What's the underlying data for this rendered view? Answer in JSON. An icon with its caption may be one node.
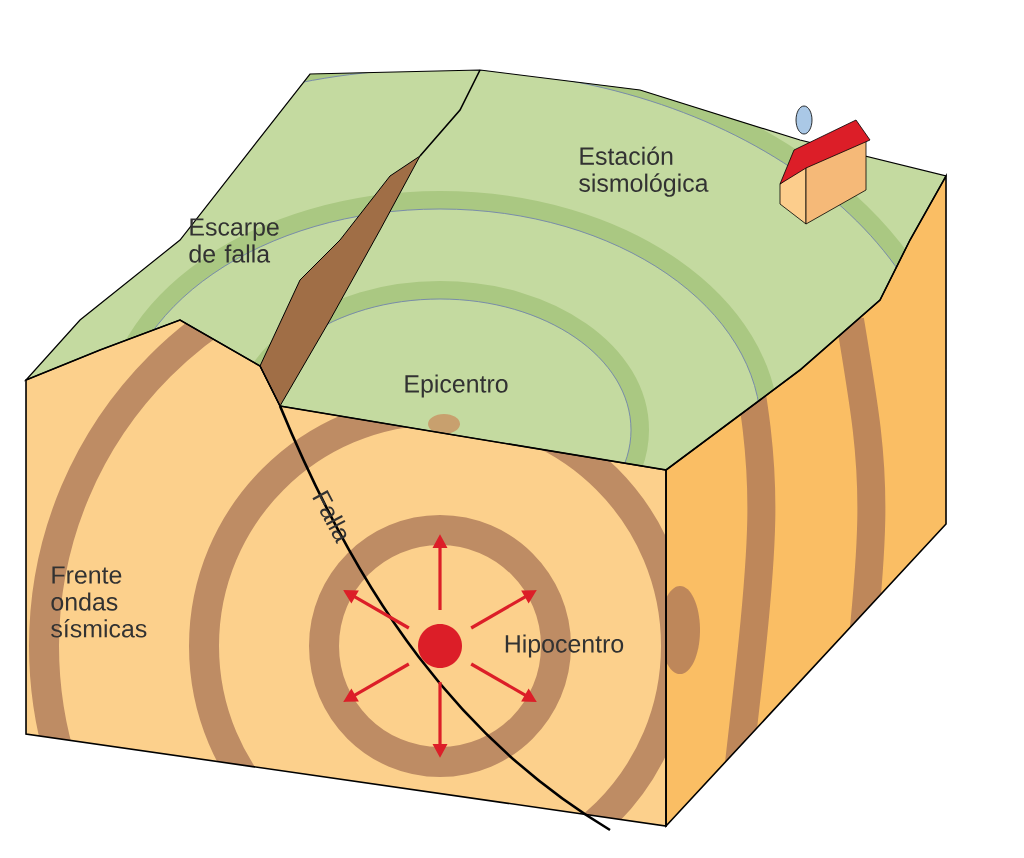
{
  "diagram": {
    "labels": [
      "Estación sismológica",
      "Escarpe de falla",
      "Epicentro",
      "Falla",
      "Frente ondas sísmicas",
      "Hipocentro"
    ]
  }
}
